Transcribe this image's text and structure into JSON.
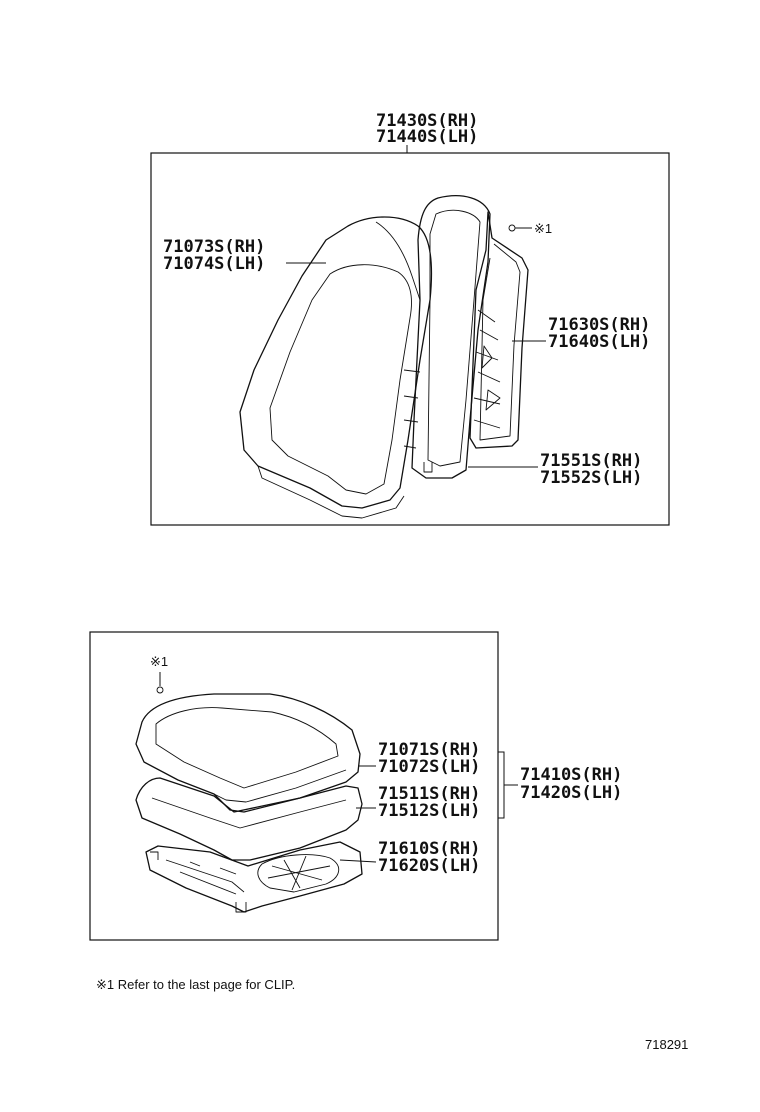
{
  "back_assembly": {
    "part_rh": "71430S(RH)",
    "part_lh": "71440S(LH)",
    "clip_ref": "※1",
    "cover": {
      "rh": "71073S(RH)",
      "lh": "71074S(LH)"
    },
    "frame": {
      "rh": "71630S(RH)",
      "lh": "71640S(LH)"
    },
    "pad": {
      "rh": "71551S(RH)",
      "lh": "71552S(LH)"
    }
  },
  "cushion_assembly": {
    "clip_ref": "※1",
    "assembly": {
      "rh": "71410S(RH)",
      "lh": "71420S(LH)"
    },
    "cover": {
      "rh": "71071S(RH)",
      "lh": "71072S(LH)"
    },
    "pad": {
      "rh": "71511S(RH)",
      "lh": "71512S(LH)"
    },
    "frame": {
      "rh": "71610S(RH)",
      "lh": "71620S(LH)"
    }
  },
  "footnote": "※1  Refer to the last page for CLIP.",
  "drawing_number": "718291"
}
